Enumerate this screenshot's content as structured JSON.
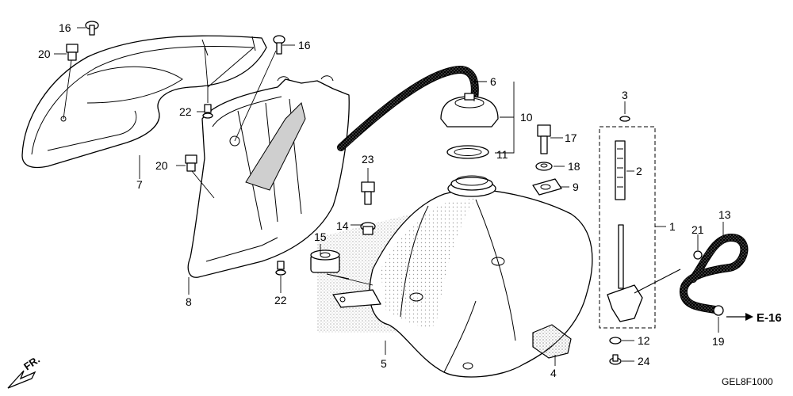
{
  "diagram": {
    "callouts": [
      "1",
      "2",
      "3",
      "4",
      "5",
      "6",
      "7",
      "8",
      "9",
      "10",
      "11",
      "12",
      "13",
      "14",
      "15",
      "16",
      "17",
      "18",
      "19",
      "20",
      "21",
      "22",
      "23",
      "24"
    ],
    "reference_label": "E-16",
    "direction_label": "FR.",
    "drawing_code": "GEL8F1000"
  },
  "colors": {
    "line": "#000000",
    "background": "#ffffff",
    "stipple": "#9a9a9a"
  }
}
